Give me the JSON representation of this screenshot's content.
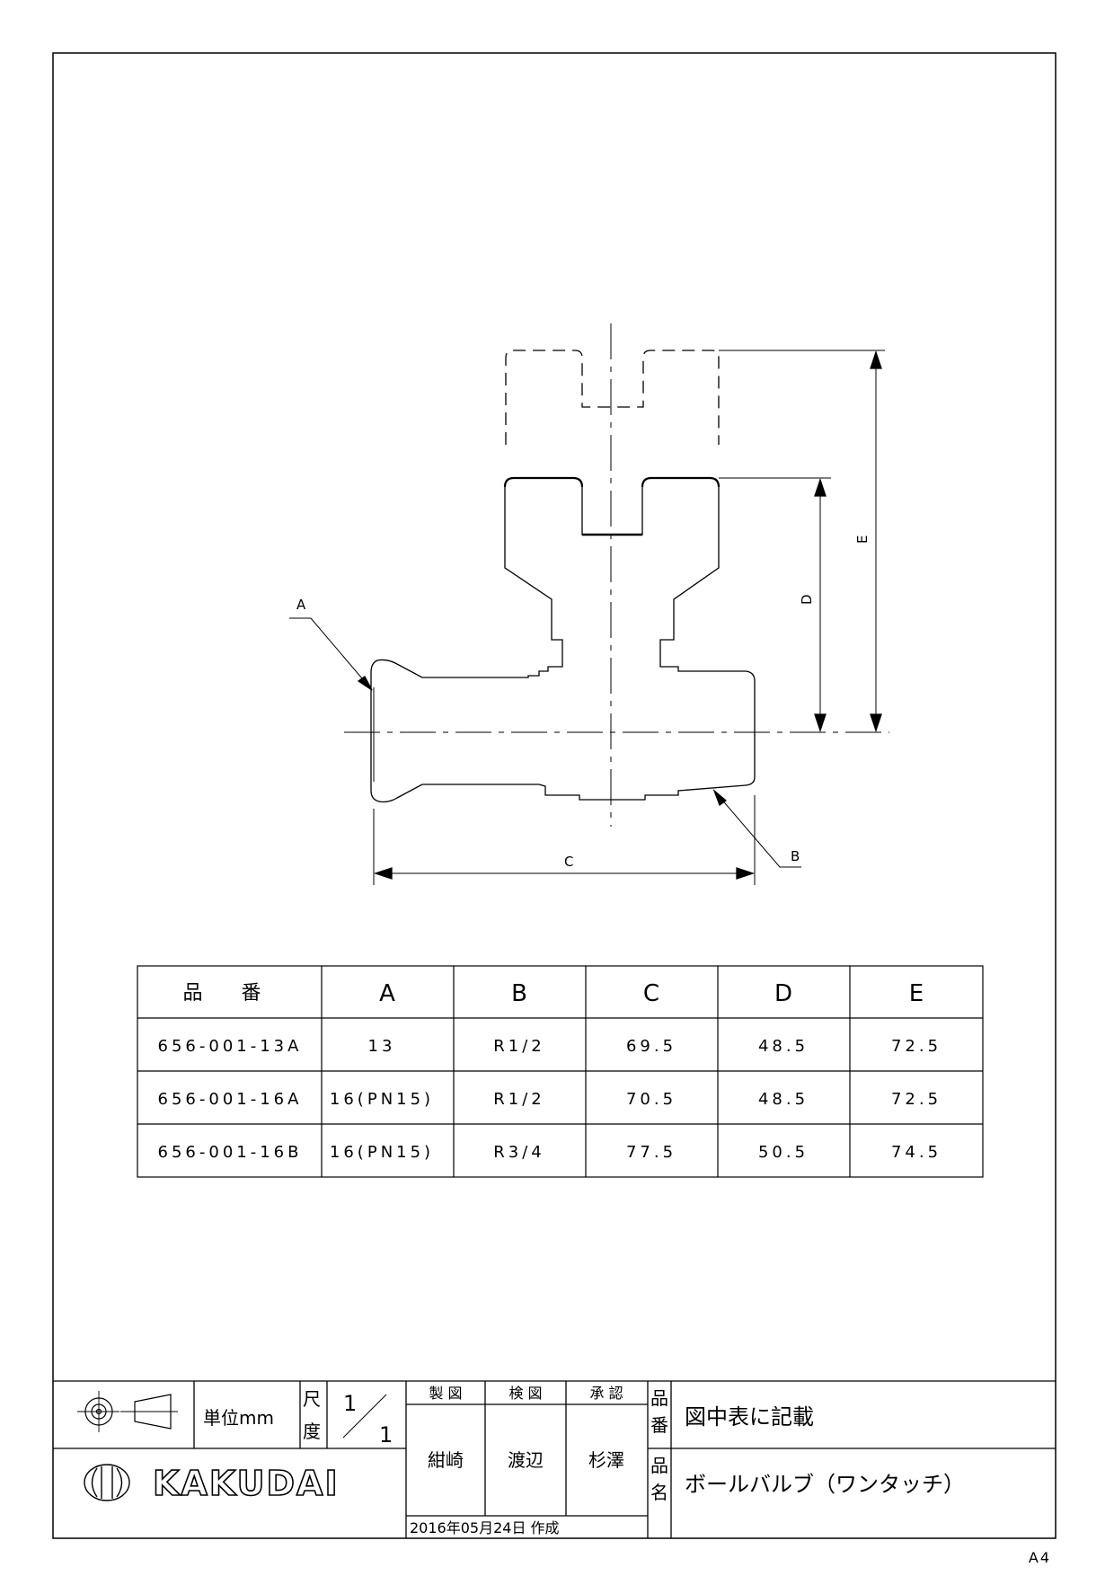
{
  "drawing": {
    "labels": {
      "a": "A",
      "b": "B",
      "c": "C",
      "d": "D",
      "e": "E"
    }
  },
  "table": {
    "headers": [
      "品 番",
      "A",
      "B",
      "C",
      "D",
      "E"
    ],
    "rows": [
      [
        "656-001-13A",
        "13",
        "R1/2",
        "69.5",
        "48.5",
        "72.5"
      ],
      [
        "656-001-16A",
        "16(PN15)",
        "R1/2",
        "70.5",
        "48.5",
        "72.5"
      ],
      [
        "656-001-16B",
        "16(PN15)",
        "R3/4",
        "77.5",
        "50.5",
        "74.5"
      ]
    ]
  },
  "title_block": {
    "unit_label": "単位mm",
    "scale_label_1": "尺",
    "scale_label_2": "度",
    "scale_num": "1",
    "scale_den": "1",
    "drawn_label": "製 図",
    "checked_label": "検 図",
    "approved_label": "承 認",
    "drawn_by": "紺崎",
    "checked_by": "渡辺",
    "approved_by": "杉澤",
    "part_no_label_1": "品",
    "part_no_label_2": "番",
    "part_no_value": "図中表に記載",
    "part_name_label_1": "品",
    "part_name_label_2": "名",
    "part_name_value": "ボールバルブ（ワンタッチ）",
    "date_created": "2016年05月24日 作成",
    "company": "KAKUDAI"
  },
  "paper_size": "A4"
}
